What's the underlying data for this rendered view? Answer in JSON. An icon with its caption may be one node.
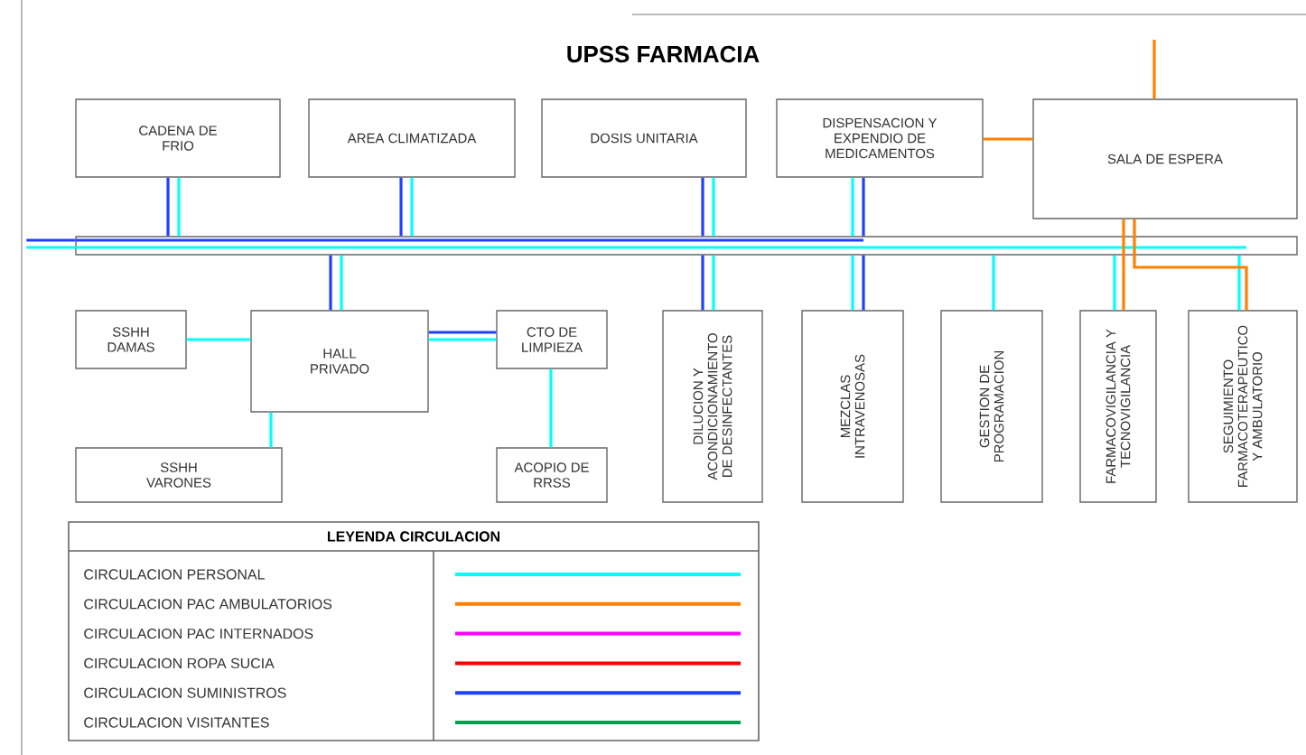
{
  "diagram": {
    "title": "UPSS FARMACIA",
    "nodes": [
      {
        "text": [
          "CADENA DE FRIO"
        ]
      },
      {
        "text": [
          "AREA CLIMATIZADA"
        ]
      },
      {
        "text": [
          "DOSIS UNITARIA"
        ]
      },
      {
        "text": [
          "DISPENSACION Y EXPENDIO DE MEDICAMENTOS"
        ]
      },
      {
        "text": [
          "SALA DE ESPERA"
        ]
      },
      {
        "text": [],
        "shape": "bar"
      },
      {
        "text": [
          "SSHH DAMAS"
        ]
      },
      {
        "text": [
          "HALL PRIVADO"
        ]
      },
      {
        "text": [
          "CTO DE LIMPIEZA"
        ]
      },
      {
        "text": [
          "SSHH VARONES"
        ]
      },
      {
        "text": [
          "ACOPIO DE RRSS"
        ]
      },
      {
        "text": [
          "DILUCION Y ACONDICIONAMIENTO DE DESINFECTANTES"
        ]
      },
      {
        "text": [
          "MEZCLAS INTRAVENOSAS"
        ]
      },
      {
        "text": [
          "GESTION DE PROGRAMACION"
        ]
      },
      {
        "text": [
          "FARMACOVIGILANCIA Y TECNOVIGILANCIA"
        ]
      },
      {
        "text": [
          "SEGUIMIENTO FARMACOTERAPEUTICO Y AMBULATORIO"
        ]
      }
    ],
    "edges": [
      {
        "from": 0,
        "to": 5,
        "arrow": "none",
        "color": "#1f3fff"
      },
      {
        "from": 0,
        "to": 5,
        "arrow": "none"
      },
      {
        "from": 1,
        "to": 5,
        "arrow": "none",
        "color": "#1f3fff"
      },
      {
        "from": 1,
        "to": 5,
        "arrow": "none"
      },
      {
        "from": 2,
        "to": 5,
        "arrow": "none",
        "color": "#1f3fff"
      },
      {
        "from": 2,
        "to": 5,
        "arrow": "none"
      },
      {
        "from": 3,
        "to": 5,
        "arrow": "none"
      },
      {
        "from": 3,
        "to": 5,
        "arrow": "none",
        "color": "#1f3fff"
      },
      {
        "from": 3,
        "to": 4,
        "arrow": "none",
        "color": "#ff8000"
      },
      {
        "from": null,
        "to": 4,
        "arrow": "none",
        "color": "#ff8000"
      },
      {
        "from": null,
        "to": 5,
        "arrow": "none",
        "color": "#1f3fff"
      },
      {
        "from": null,
        "to": 5,
        "arrow": "none"
      },
      {
        "from": 5,
        "to": 7,
        "arrow": "none",
        "color": "#1f3fff"
      },
      {
        "from": 5,
        "to": 7,
        "arrow": "none"
      },
      {
        "from": 6,
        "to": 7,
        "arrow": "none"
      },
      {
        "from": 7,
        "to": 8,
        "arrow": "none",
        "color": "#1f3fff"
      },
      {
        "from": 7,
        "to": 8,
        "arrow": "none"
      },
      {
        "from": 7,
        "to": 9,
        "arrow": "none"
      },
      {
        "from": 8,
        "to": 10,
        "arrow": "none"
      },
      {
        "from": 5,
        "to": 11,
        "arrow": "none",
        "color": "#1f3fff"
      },
      {
        "from": 5,
        "to": 11,
        "arrow": "none"
      },
      {
        "from": 5,
        "to": 12,
        "arrow": "none"
      },
      {
        "from": 5,
        "to": 12,
        "arrow": "none",
        "color": "#1f3fff"
      },
      {
        "from": 5,
        "to": 13,
        "arrow": "none"
      },
      {
        "from": 5,
        "to": 14,
        "arrow": "none"
      },
      {
        "from": 4,
        "to": 14,
        "arrow": "none",
        "color": "#ff8000"
      },
      {
        "from": 5,
        "to": 15,
        "arrow": "none"
      },
      {
        "from": 4,
        "to": 15,
        "arrow": "none",
        "color": "#ff8000"
      }
    ],
    "labels": [
      "LEYENDA CIRCULACION"
    ],
    "legend": [
      {
        "text": "CIRCULACION PERSONAL",
        "color": "#00ffff"
      },
      {
        "text": "CIRCULACION PAC AMBULATORIOS",
        "color": "#ff8000"
      },
      {
        "text": "CIRCULACION PAC INTERNADOS",
        "color": "#ff00ff"
      },
      {
        "text": "CIRCULACION ROPA SUCIA",
        "color": "#ff0000"
      },
      {
        "text": "CIRCULACION SUMINISTROS",
        "color": "#1f3fff"
      },
      {
        "text": "CIRCULACION VISITANTES",
        "color": "#00a050"
      }
    ]
  }
}
